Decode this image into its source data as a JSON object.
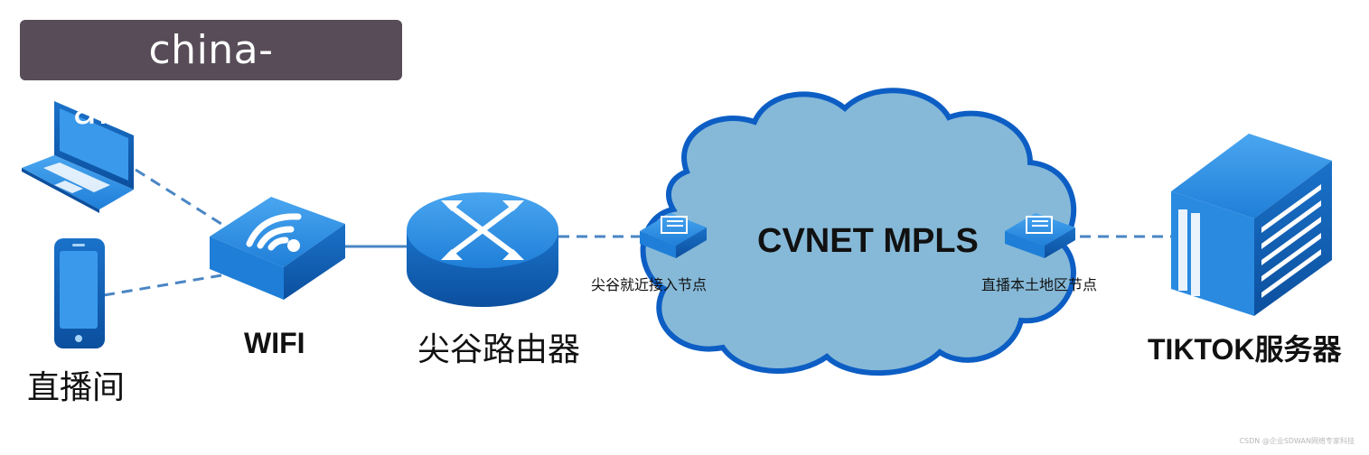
{
  "watermark": "china-anboapp.com",
  "nodes": {
    "live_room": "直播间",
    "wifi": "WIFI",
    "router": "尖谷路由器",
    "cloud": "CVNET MPLS",
    "access_node": "尖谷就近接入节点",
    "local_node": "直播本土地区节点",
    "server": "TIKTOK服务器"
  },
  "credit": "CSDN @企业SDWAN网络专家科技",
  "colors": {
    "device_blue": "#1e7fd6",
    "device_dark": "#0f5fb0",
    "cloud_fill": "#86b9d8",
    "cloud_stroke": "#0d5ec4",
    "link": "#4a86c4",
    "watermark_bg": "#574c57"
  }
}
